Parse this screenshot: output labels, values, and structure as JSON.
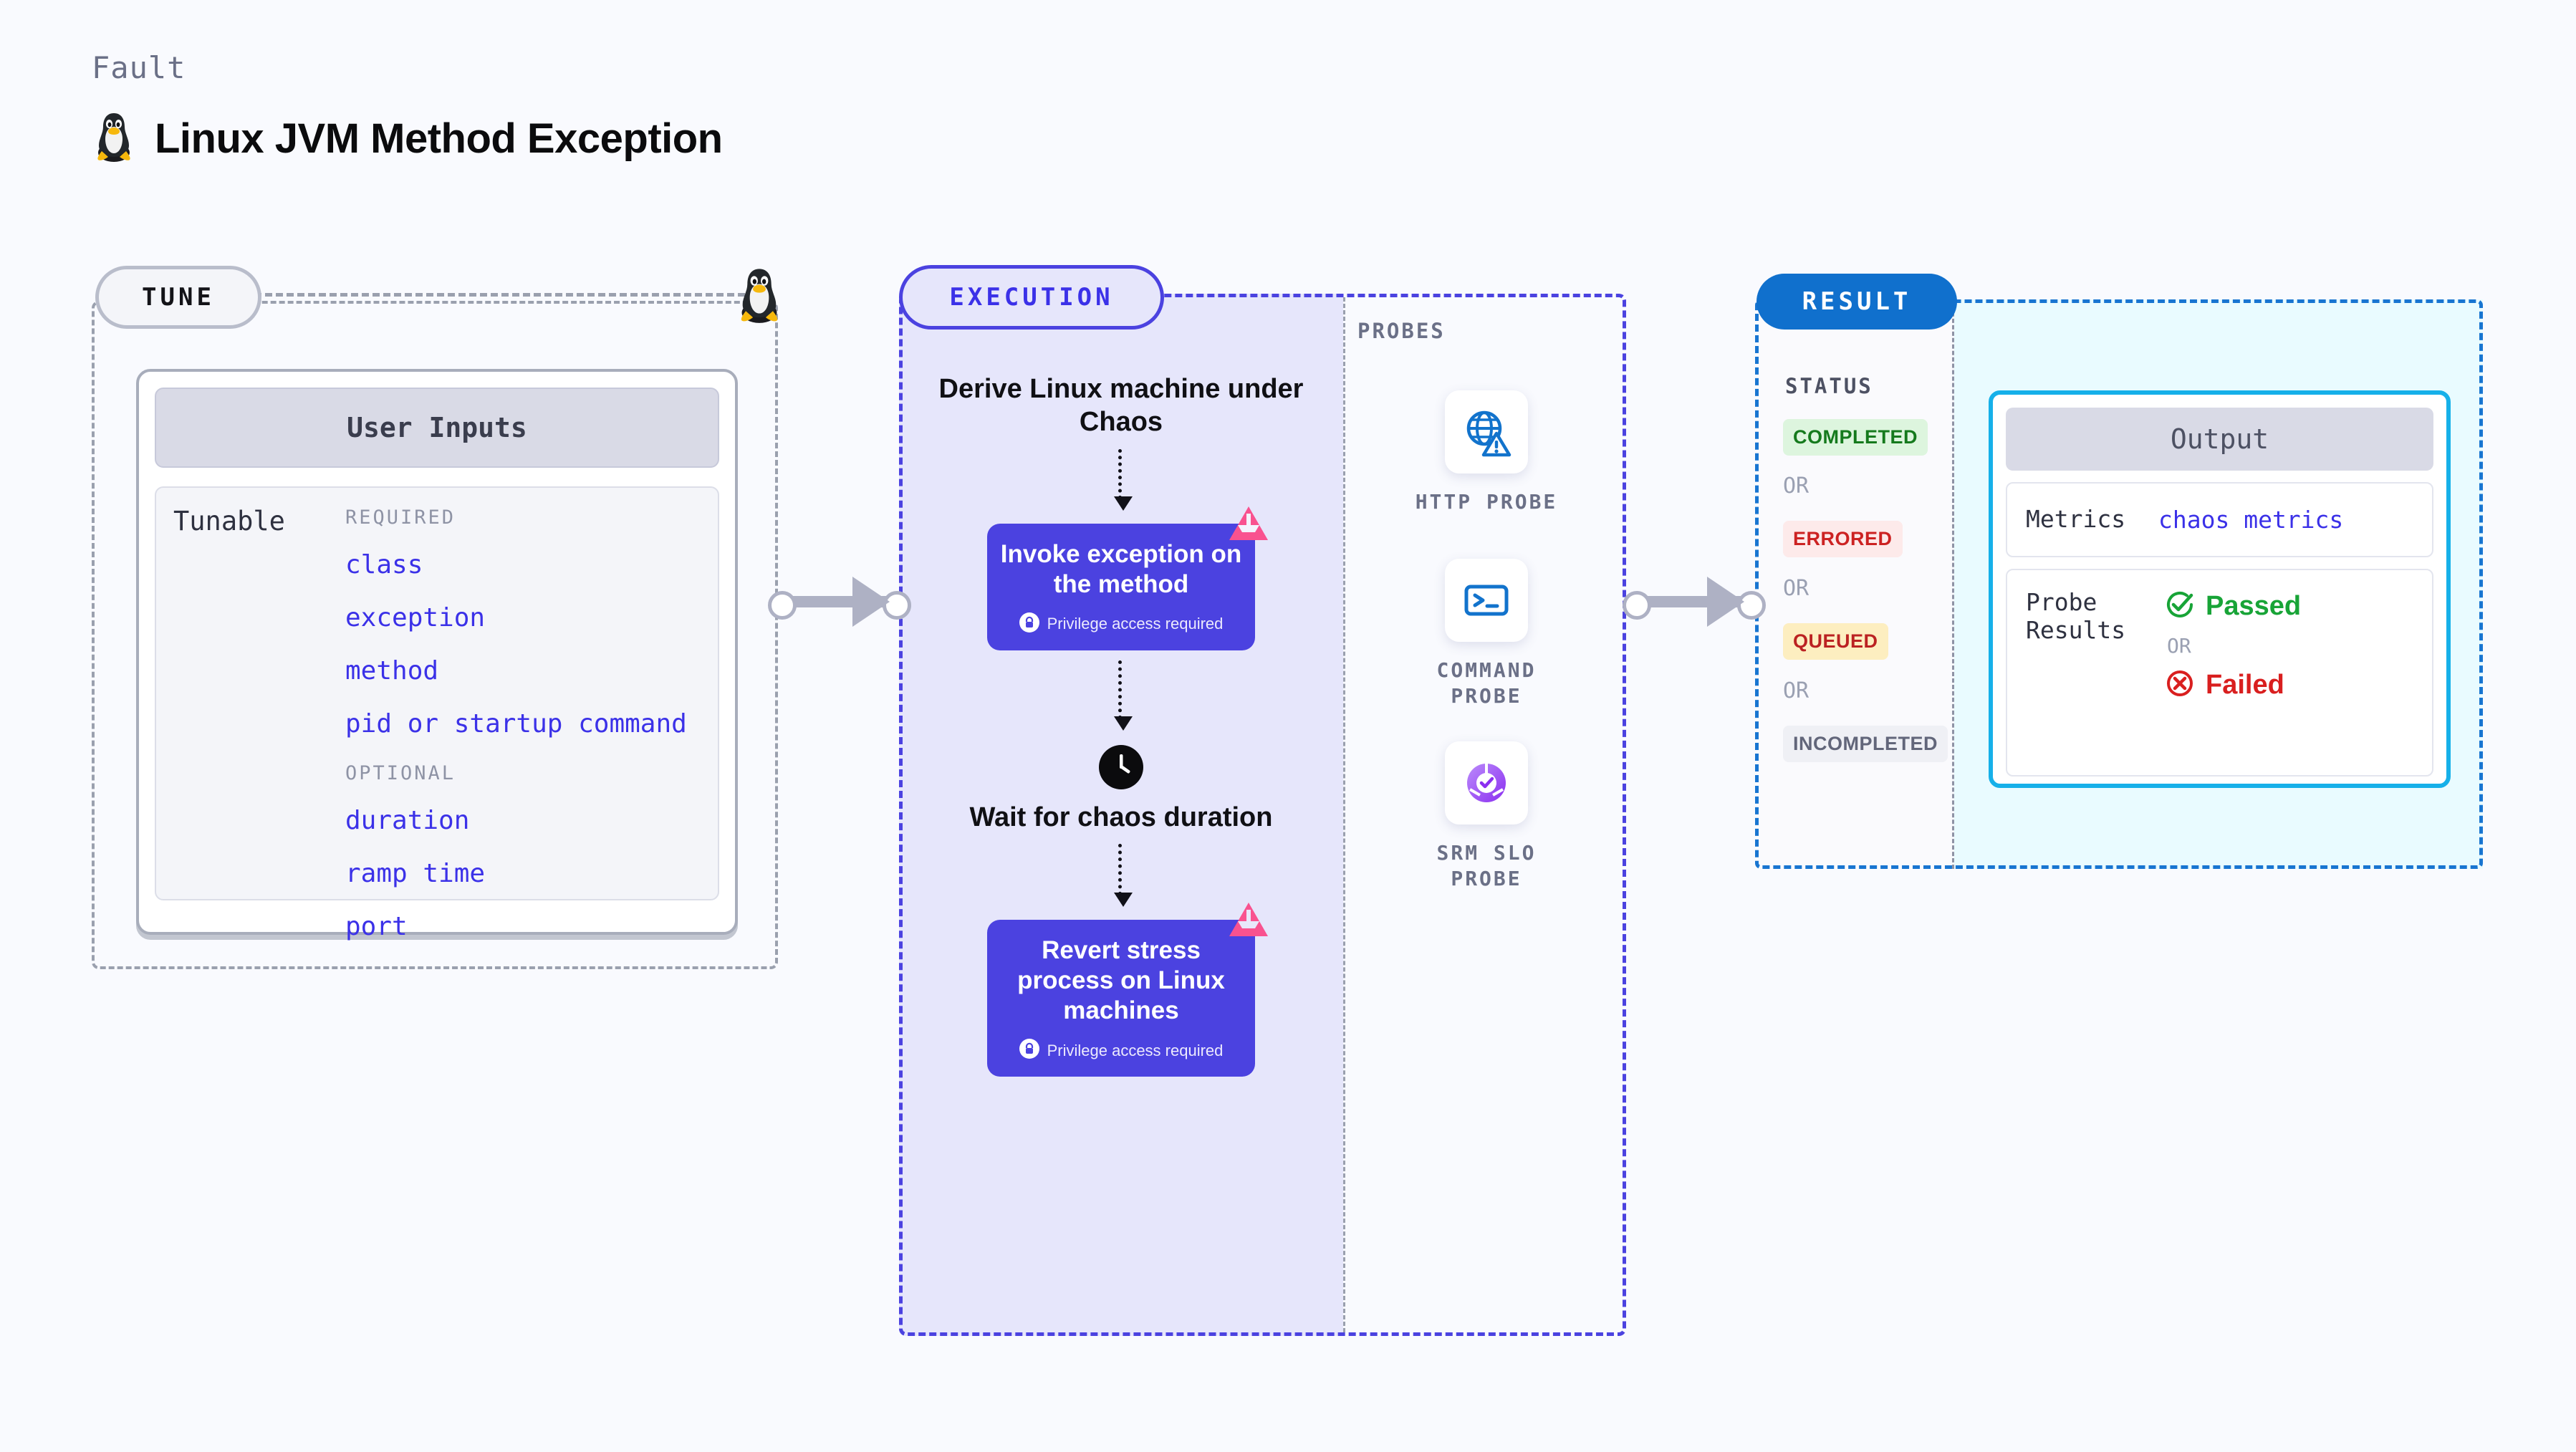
{
  "header": {
    "kicker": "Fault",
    "title": "Linux JVM Method Exception",
    "icon": "tux-penguin-icon"
  },
  "tune": {
    "pill_label": "TUNE",
    "marker_icon": "tux-penguin-icon",
    "card": {
      "header": "User Inputs",
      "row_label": "Tunable",
      "groups": [
        {
          "label": "REQUIRED",
          "items": [
            "class",
            "exception",
            "method",
            "pid or startup command"
          ]
        },
        {
          "label": "OPTIONAL",
          "items": [
            "duration",
            "ramp time",
            "port"
          ]
        }
      ]
    }
  },
  "execution": {
    "pill_label": "EXECUTION",
    "steps": [
      {
        "type": "text",
        "label": "Derive Linux machine under Chaos"
      },
      {
        "type": "action",
        "label": "Invoke exception on the method",
        "privilege": "Privilege access required",
        "badge_icon": "litmus-logo-icon",
        "lock_icon": "lock-icon"
      },
      {
        "type": "wait",
        "label": "Wait for chaos duration",
        "icon": "clock-icon"
      },
      {
        "type": "action",
        "label": "Revert stress process on Linux machines",
        "privilege": "Privilege access required",
        "badge_icon": "litmus-logo-icon",
        "lock_icon": "lock-icon"
      }
    ]
  },
  "probes": {
    "section_label": "PROBES",
    "items": [
      {
        "name": "HTTP PROBE",
        "icon": "globe-warning-icon"
      },
      {
        "name": "COMMAND PROBE",
        "icon": "terminal-icon"
      },
      {
        "name": "SRM SLO PROBE",
        "icon": "slo-donut-check-icon"
      }
    ]
  },
  "result": {
    "pill_label": "RESULT",
    "status_label": "STATUS",
    "or_label": "OR",
    "statuses": [
      {
        "label": "COMPLETED",
        "bg": "#ddf5de",
        "fg": "#157a1d"
      },
      {
        "label": "ERRORED",
        "bg": "#fdeaea",
        "fg": "#cc2222"
      },
      {
        "label": "QUEUED",
        "bg": "#fdeec0",
        "fg": "#bb2222"
      },
      {
        "label": "INCOMPLETED",
        "bg": "#eff0f5",
        "fg": "#62667a"
      }
    ],
    "output": {
      "header": "Output",
      "metrics_key": "Metrics",
      "metrics_value": "chaos metrics",
      "probe_results_key": "Probe Results",
      "passed_label": "Passed",
      "failed_label": "Failed",
      "or_label": "OR",
      "passed_icon": "check-circle-icon",
      "failed_icon": "x-circle-icon"
    }
  },
  "connectors": [
    {
      "name": "tune-to-execution-arrow"
    },
    {
      "name": "execution-to-result-arrow"
    }
  ],
  "colors": {
    "page_bg": "#f9fafe",
    "indigo": "#4b42e0",
    "indigo_text": "#3b31e8",
    "exec_fill": "#e6e6fb",
    "result_blue": "#1070cd",
    "result_dash": "#1875d1",
    "output_cyan": "#16b0e9",
    "output_bg": "#e9fbff",
    "litmus_pink": "#f9528f",
    "gray_dash": "#9aa0ae"
  }
}
